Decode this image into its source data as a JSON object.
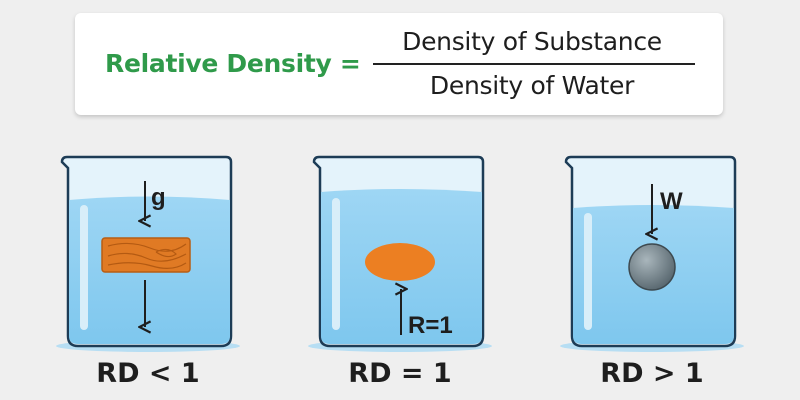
{
  "formula": {
    "label": "Relative Density =",
    "numerator": "Density of Substance",
    "denominator": "Density of Water"
  },
  "beakers": [
    {
      "label": "RD < 1",
      "arrow_labels": [
        "g"
      ]
    },
    {
      "label": "RD = 1",
      "arrow_labels": [
        "R=1"
      ]
    },
    {
      "label": "RD > 1",
      "arrow_labels": [
        "W"
      ]
    }
  ],
  "colors": {
    "formula_label": "#2f9a4a",
    "water": "#8fd0f2",
    "water_light": "#c4e7f8",
    "glass_outline": "#1d3c56",
    "wood_block": "#e07a24",
    "orange_object": "#ec7f22",
    "metal_ball": "#6f7f88"
  }
}
